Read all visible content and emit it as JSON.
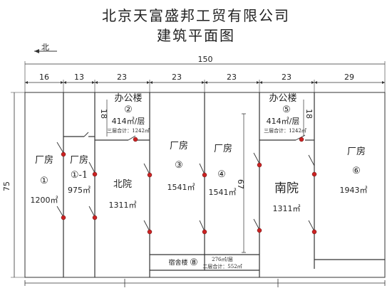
{
  "title": {
    "company": "北京天富盛邦工贸有限公司",
    "drawing": "建筑平面图"
  },
  "north": {
    "label": "北"
  },
  "dimensions": {
    "total_width": "150",
    "segments": [
      "16",
      "13",
      "23",
      "23",
      "23",
      "23",
      "29"
    ],
    "total_height": "75",
    "office_depth_left": "18",
    "office_depth_right": "18",
    "yard_depth": "67"
  },
  "rooms": {
    "factory1": {
      "name": "厂房",
      "number": "①",
      "area": "1200㎡"
    },
    "factory1_1": {
      "name": "厂房",
      "number": "①-1",
      "area": "975㎡"
    },
    "office2": {
      "name": "办公楼",
      "number": "②",
      "area": "414㎡/层",
      "note": "三层合计：1242㎡"
    },
    "north_yard": {
      "name": "北院",
      "area": "1311㎡"
    },
    "factory3": {
      "name": "厂房",
      "number": "③",
      "area": "1541㎡"
    },
    "factory4": {
      "name": "厂房",
      "number": "④",
      "area": "1541㎡"
    },
    "office5": {
      "name": "办公楼",
      "number": "⑤",
      "area": "414㎡/层",
      "note": "三层合计：1242㎡"
    },
    "south_yard": {
      "name": "南院",
      "area": "1311㎡"
    },
    "factory6": {
      "name": "厂房",
      "number": "⑥",
      "area": "1943㎡"
    },
    "dorm8": {
      "name": "宿舍楼",
      "number": "⑧",
      "area": "276㎡/层",
      "note": "二层合计：552㎡"
    }
  },
  "colors": {
    "line": "#333333",
    "door_dot": "#cc2222"
  }
}
